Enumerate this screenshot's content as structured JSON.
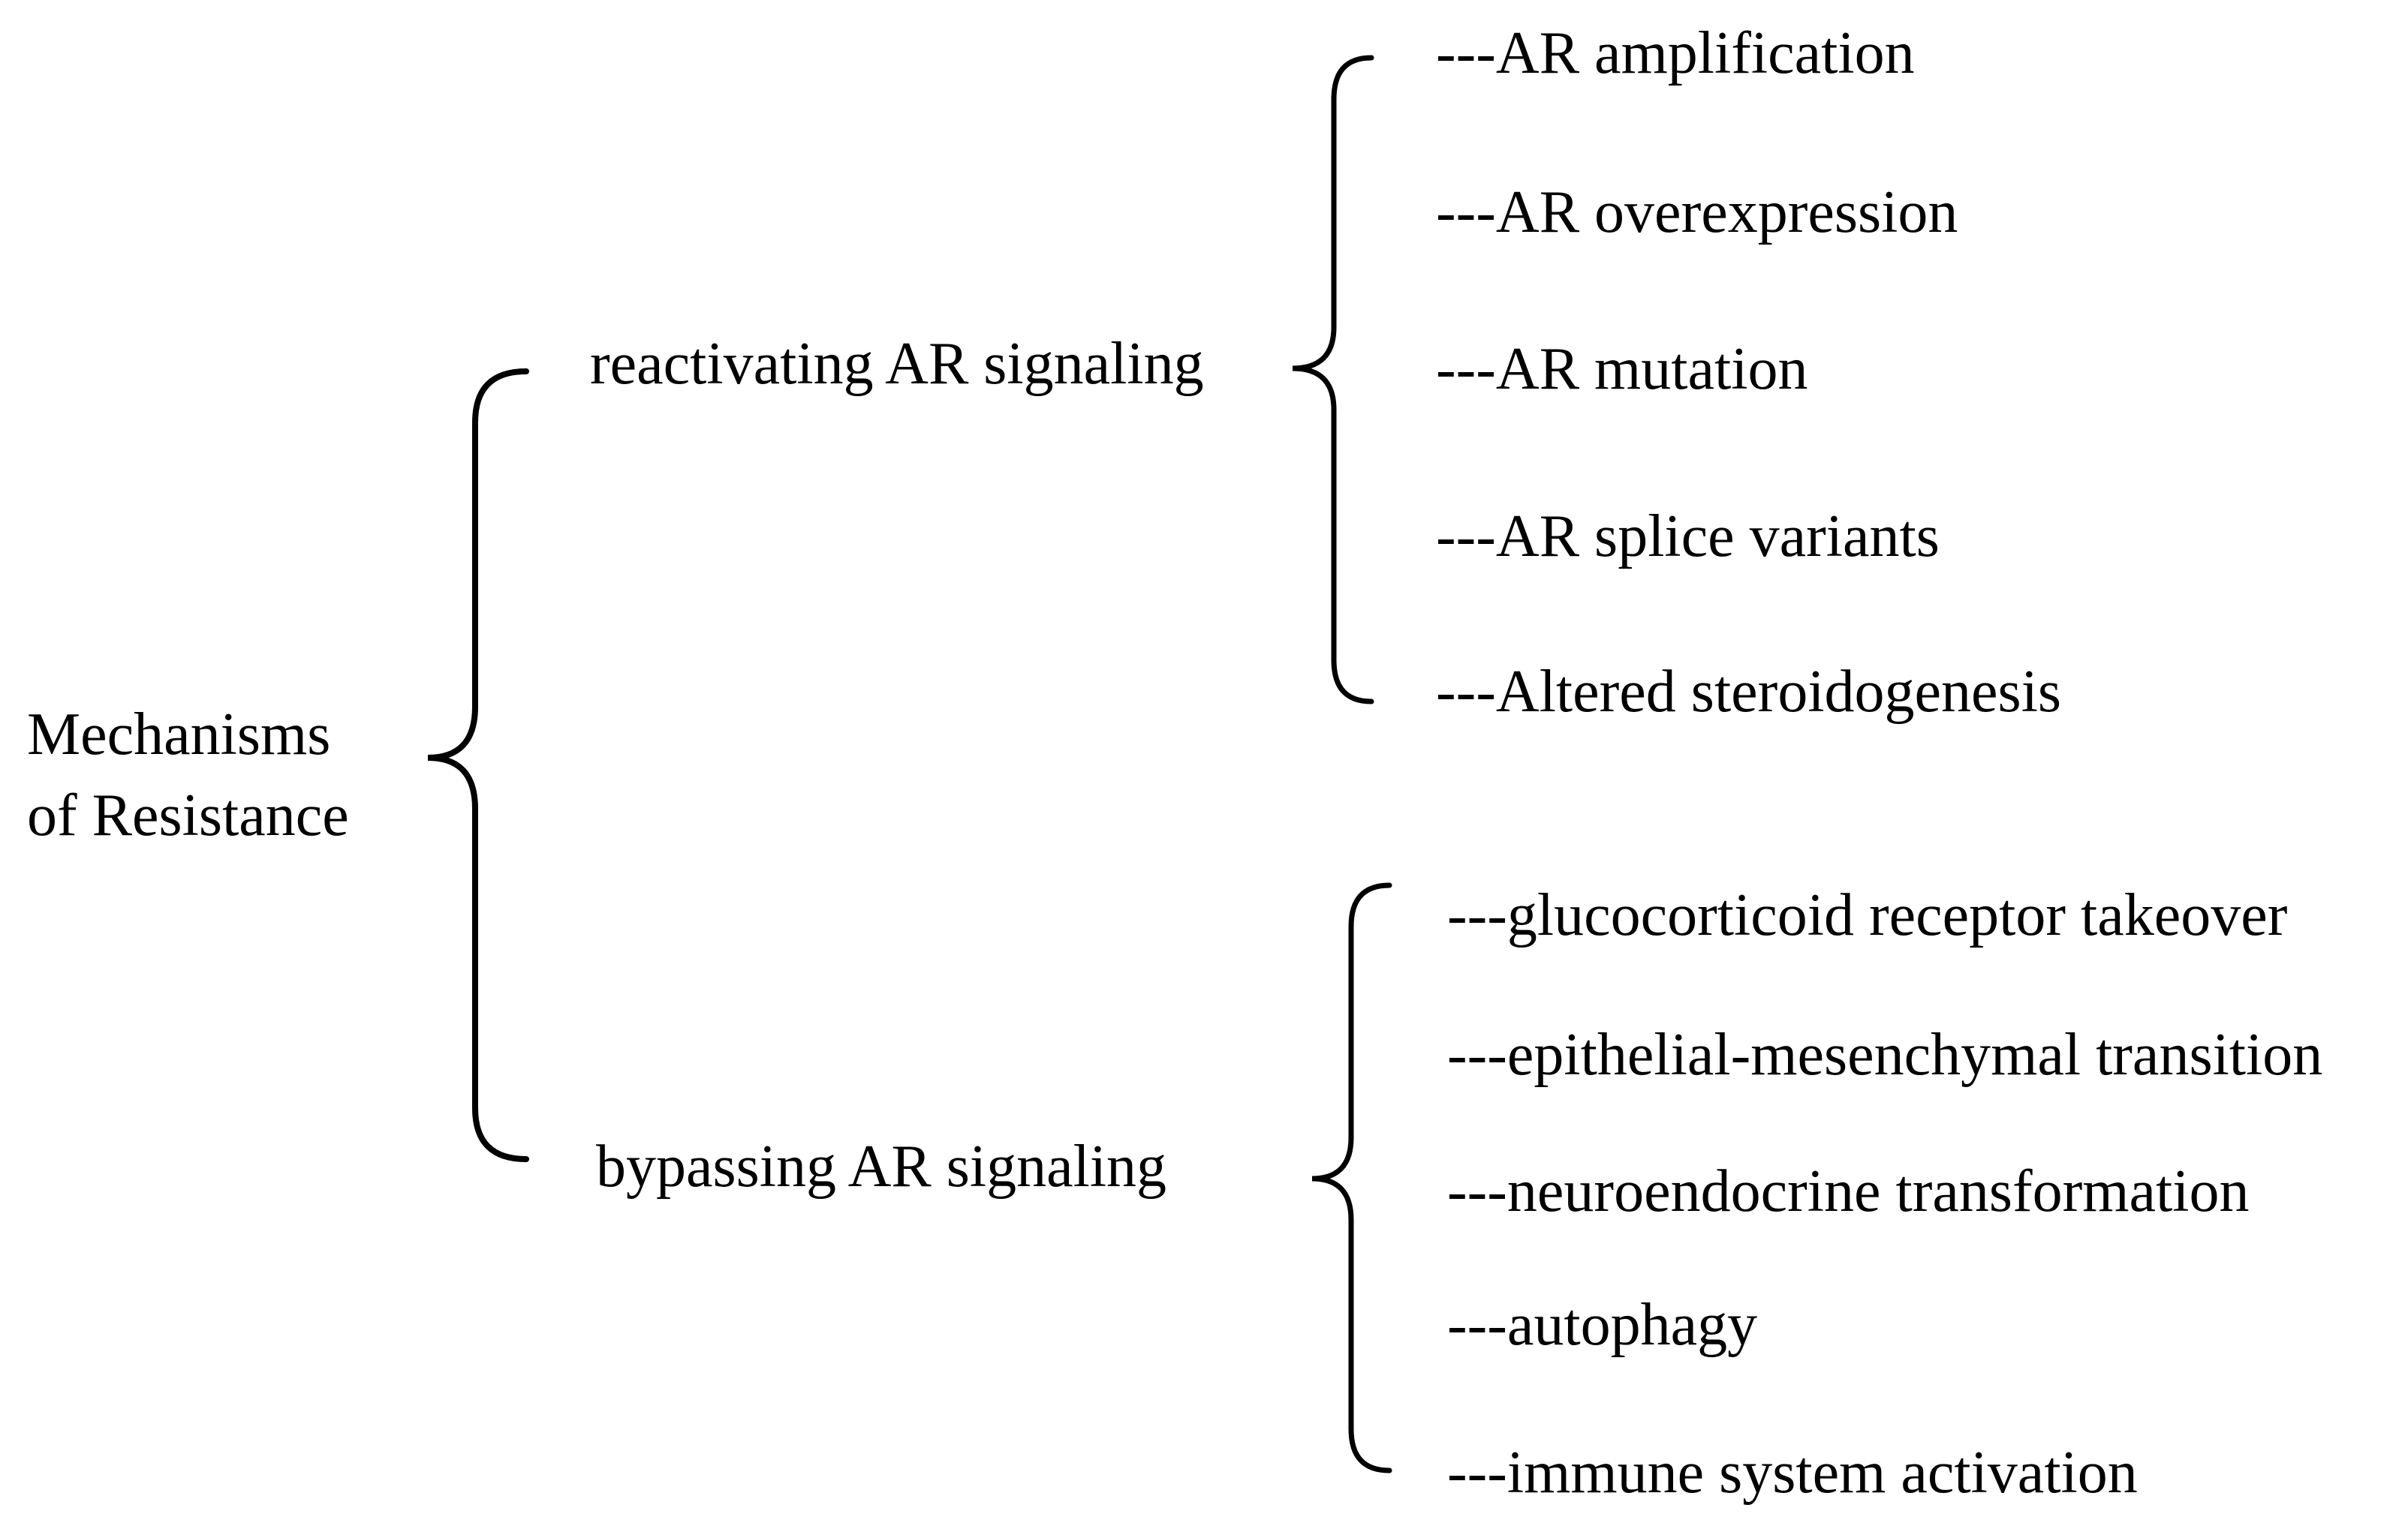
{
  "diagram": {
    "root": {
      "line1": "Mechanisms",
      "line2": "of Resistance"
    },
    "branches": [
      {
        "label": "reactivating AR signaling",
        "items": [
          "---AR amplification",
          "---AR overexpression",
          "---AR mutation",
          "---AR splice variants",
          "---Altered steroidogenesis"
        ]
      },
      {
        "label": "bypassing AR signaling",
        "items": [
          "---glucocorticoid receptor takeover",
          "---epithelial-mesenchymal transition",
          "---neuroendocrine transformation",
          "---autophagy",
          "---immune system activation"
        ]
      }
    ],
    "colors": {
      "background": "#ffffff",
      "text": "#000000",
      "line": "#000000"
    }
  }
}
